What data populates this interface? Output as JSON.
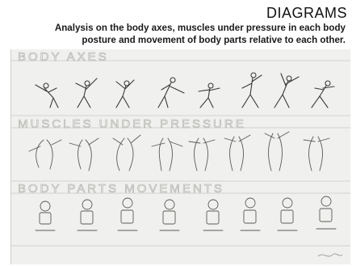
{
  "header": {
    "title": "DIAGRAMS",
    "subtitle_line1": "Analysis on the body axes, muscles under pressure in each body",
    "subtitle_line2": "posture and movement of body parts relative to each other."
  },
  "sheet": {
    "sections": [
      {
        "label": "BODY AXES"
      },
      {
        "label": "MUSCLES UNDER PRESSURE"
      },
      {
        "label": "BODY PARTS MOVEMENTS"
      }
    ]
  }
}
